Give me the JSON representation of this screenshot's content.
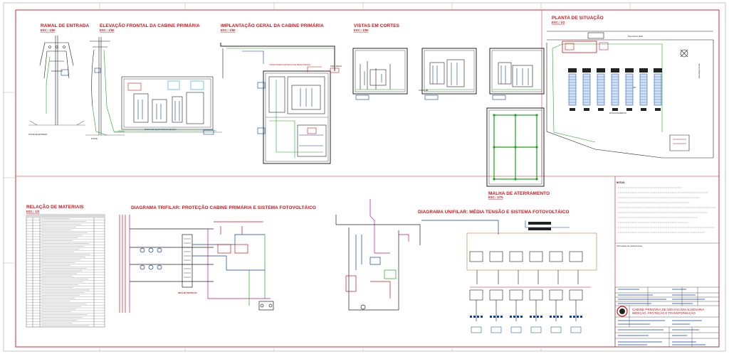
{
  "drawing": {
    "titles": {
      "ramal": "RAMAL DE ENTRADA",
      "elevacao": "ELEVAÇÃO FRONTAL DA CABINE PRIMÁRIA",
      "implantacao": "IMPLANTAÇÃO GERAL DA CABINE PRIMÁRIA",
      "vistas": "VISTAS EM CORTES",
      "planta": "PLANTA DE SITUAÇÃO",
      "malha": "MALHA DE ATERRAMENTO",
      "relacao": "RELAÇÃO DE MATERIAIS",
      "trifilar": "DIAGRAMA TRIFILAR: PROTEÇÃO CABINE PRIMÁRIA E SISTEMA FOTOVOLTÁICO",
      "unifilar": "DIAGRAMA UNIFILAR: MÉDIA TENSÃO E SISTEMA FOTOVOLTÁICO"
    },
    "scales": {
      "ramal": "ESC.: 1/50",
      "elevacao": "ESC.: 1/50",
      "implantacao": "ESC.: 1/50",
      "vistas": "ESC.: 1/50",
      "planta": "ESC.: 1/2",
      "malha": "ESC.: 1/75",
      "relacao": "ESC.: 1/2"
    },
    "notes_header": "NOTAS:",
    "title_block": {
      "project_line1": "CABINE PRIMÁRIA DE 500 KVA EM ALVENARIA",
      "project_line2": "MEDIÇÃO, PROTEÇÃO E TRANSFORMAÇÃO"
    }
  },
  "colors": {
    "red": "#d0141b",
    "blue": "#0b3fa0",
    "green": "#1aa51a",
    "magenta": "#c4148c",
    "cyan": "#11a6c4",
    "grey": "#8a8a8a"
  }
}
